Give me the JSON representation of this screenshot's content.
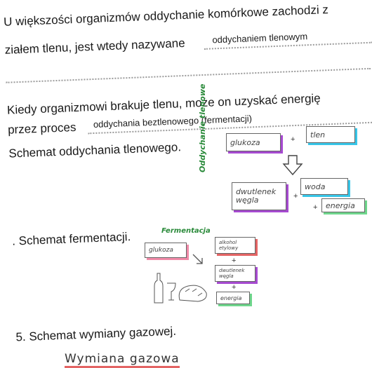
{
  "lines": {
    "q1a": "U większości organizmów oddychanie komórkowe zachodzi z",
    "q1b": "ziałem tlenu, jest wtedy nazywane",
    "q1_answer": "oddychaniem tlenowym",
    "q2a": "Kiedy organizmowi brakuje tlenu, może on uzyskać energię",
    "q2b": "przez proces",
    "q2_answer": "oddychania beztlenowego (fermentacji)",
    "q3": "Schemat oddychania tlenowego.",
    "q4": ". Schemat fermentacji.",
    "q5": "5. Schemat wymiany gazowej."
  },
  "aerobic_diagram": {
    "side_label": "Oddychanie tlenowe",
    "glucose": "glukoza",
    "oxygen": "tlen",
    "co2": "dwutlenek węgla",
    "water": "woda",
    "energy": "energia",
    "plus": "+",
    "colors": {
      "purple": "#a64ad0",
      "cyan": "#38c6e8",
      "green": "#6fd68c",
      "yellow": "#e8d84a"
    }
  },
  "fermentation_diagram": {
    "title": "Fermentacja",
    "glucose": "glukoza",
    "alcohol": "alkohol etylowy",
    "co2": "dwutlenek węgla",
    "energy": "energia",
    "plus": "+",
    "colors": {
      "pink": "#f08aa8",
      "green": "#6fd68c",
      "purple": "#a64ad0",
      "red": "#e36464"
    }
  },
  "gas_exchange": {
    "heading": "Wymiana gazowa"
  }
}
